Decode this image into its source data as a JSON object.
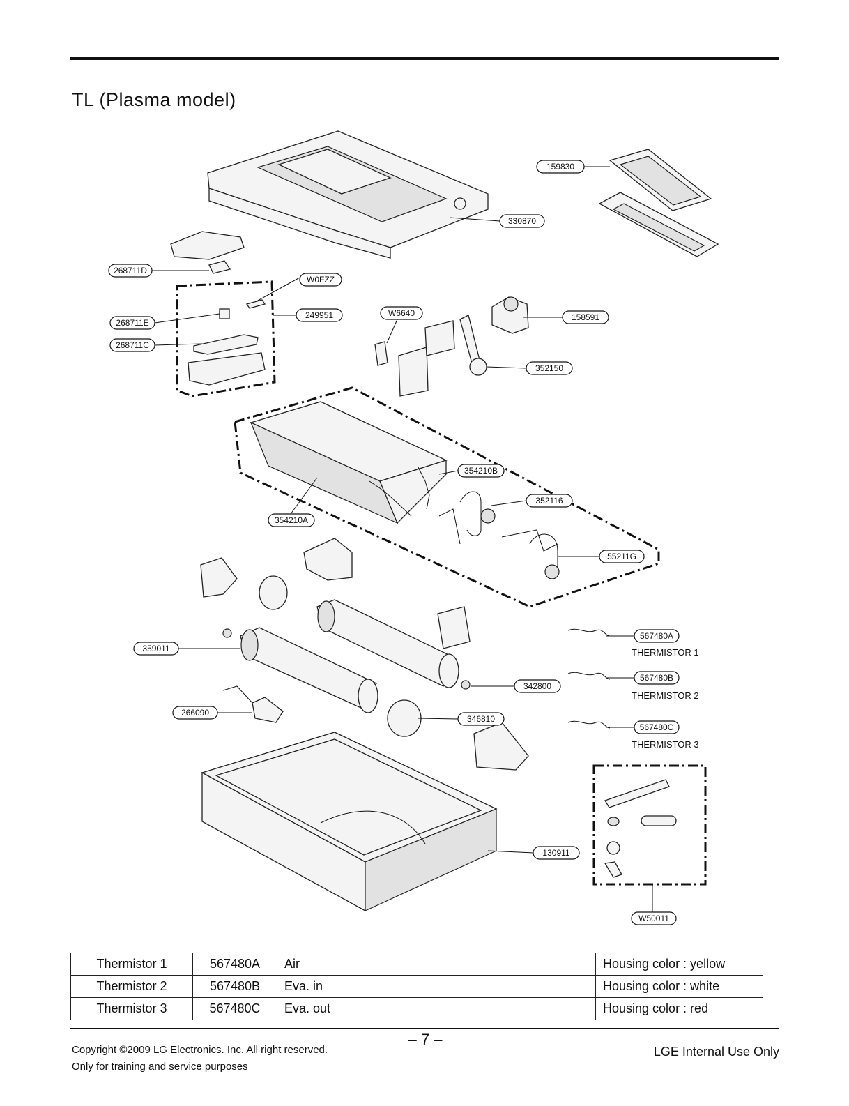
{
  "title": "TL (Plasma model)",
  "callouts": {
    "p159830": "159830",
    "p330870": "330870",
    "p268711D": "268711D",
    "pW0FZZ": "W0FZZ",
    "p249951": "249951",
    "p268711E": "268711E",
    "p268711C": "268711C",
    "pW6640": "W6640",
    "p158591": "158591",
    "p352150": "352150",
    "p354210B": "354210B",
    "p352116": "352116",
    "p354210A": "354210A",
    "p55211G": "55211G",
    "p567480A": "567480A",
    "p567480B": "567480B",
    "p567480C": "567480C",
    "p359011": "359011",
    "p342800": "342800",
    "p266090": "266090",
    "p346810": "346810",
    "p130911": "130911",
    "pW50011": "W50011"
  },
  "sublabels": {
    "thermistor1": "THERMISTOR 1",
    "thermistor2": "THERMISTOR 2",
    "thermistor3": "THERMISTOR 3"
  },
  "table": {
    "rows": [
      {
        "name": "Thermistor 1",
        "code": "567480A",
        "location": "Air",
        "housing": "Housing color : yellow"
      },
      {
        "name": "Thermistor 2",
        "code": "567480B",
        "location": "Eva. in",
        "housing": "Housing color : white"
      },
      {
        "name": "Thermistor 3",
        "code": "567480C",
        "location": "Eva. out",
        "housing": "Housing color : red"
      }
    ]
  },
  "footer": {
    "copyright": "Copyright ©2009 LG Electronics. Inc. All right reserved.",
    "training": "Only for training and service purposes",
    "page": "– 7 –",
    "internal": "LGE Internal Use Only"
  }
}
